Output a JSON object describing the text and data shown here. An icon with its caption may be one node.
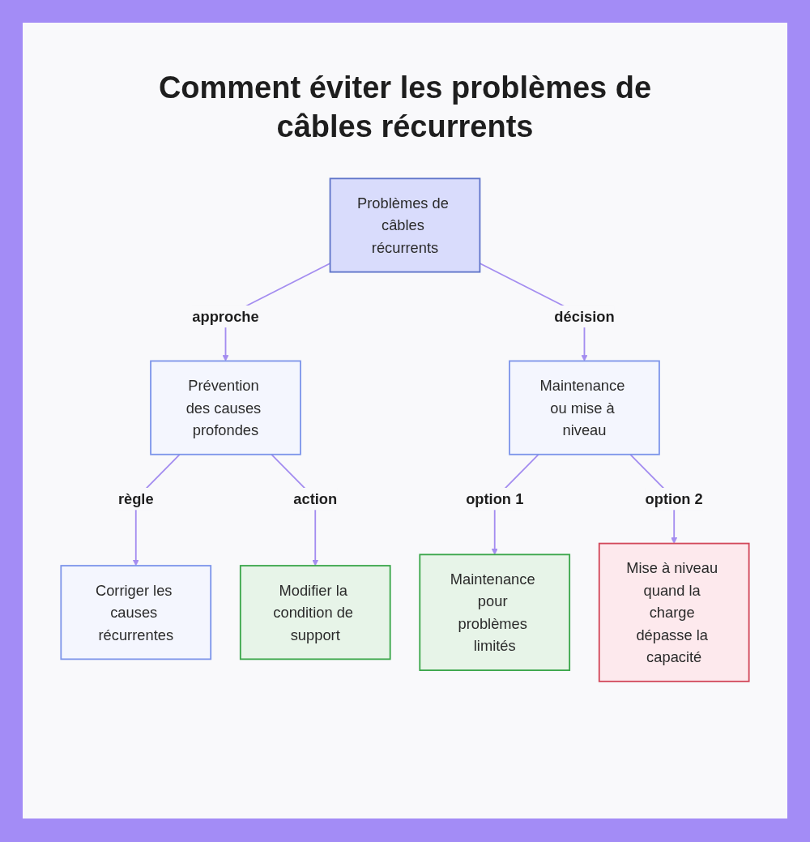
{
  "diagram": {
    "title": "Comment éviter les problèmes de câbles récurrents",
    "nodes": [
      {
        "text": [
          "Problèmes de câbles récurrents"
        ]
      },
      {
        "text": [
          "Prévention des causes profondes"
        ]
      },
      {
        "text": [
          "Maintenance ou mise à niveau"
        ]
      },
      {
        "text": [
          "Corriger les causes récurrentes"
        ]
      },
      {
        "text": [
          "Modifier la condition de support"
        ]
      },
      {
        "text": [
          "Maintenance pour problèmes limités"
        ]
      },
      {
        "text": [
          "Mise à niveau quand la charge dépasse la capacité"
        ]
      }
    ],
    "edges": [
      {
        "from": 0,
        "to": 1,
        "arrow": "to",
        "label": "approche"
      },
      {
        "from": 0,
        "to": 2,
        "arrow": "to",
        "label": "décision"
      },
      {
        "from": 1,
        "to": 3,
        "arrow": "to",
        "label": "règle"
      },
      {
        "from": 1,
        "to": 4,
        "arrow": "to",
        "label": "action"
      },
      {
        "from": 2,
        "to": 5,
        "arrow": "to",
        "label": "option 1"
      },
      {
        "from": 2,
        "to": 6,
        "arrow": "to",
        "label": "option 2"
      }
    ]
  }
}
